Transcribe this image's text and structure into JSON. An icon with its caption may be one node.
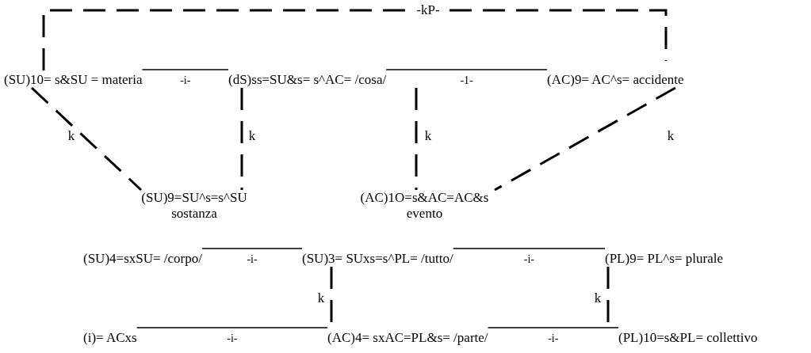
{
  "diagram": {
    "nodes": [
      {
        "text": [
          "(SU)10= s&SU = materia"
        ]
      },
      {
        "text": [
          "(dS)ss=SU&s= s^AC= /cosa/"
        ]
      },
      {
        "text": [
          "(AC)9= AC^s= accidente"
        ]
      },
      {
        "text": [
          "(SU)9=SU^s=s^SU",
          "sostanza"
        ]
      },
      {
        "text": [
          "(AC)1O=s&AC=AC&s",
          "evento"
        ]
      },
      {
        "text": [
          "(SU)4=sxSU=  /corpo/"
        ]
      },
      {
        "text": [
          "(SU)3= SUxs=s^PL= /tutto/"
        ]
      },
      {
        "text": [
          "(PL)9= PL^s= plurale"
        ]
      },
      {
        "text": [
          "(i)= ACxs"
        ]
      },
      {
        "text": [
          "(AC)4= sxAC=PL&s= /parte/"
        ]
      },
      {
        "text": [
          "(PL)10=s&PL= collettivo"
        ]
      }
    ],
    "edges": [
      {
        "from": 0,
        "to": 2,
        "arrow": "none",
        "label": "-kP-",
        "style": "dashed"
      },
      {
        "from": 0,
        "to": 1,
        "arrow": "none",
        "label": "-i-"
      },
      {
        "from": 1,
        "to": 2,
        "arrow": "none",
        "label": "-1-"
      },
      {
        "from": 0,
        "to": 3,
        "arrow": "none",
        "label": "k",
        "style": "dashed"
      },
      {
        "from": 1,
        "to": 3,
        "arrow": "none",
        "label": "k",
        "style": "dashed"
      },
      {
        "from": 1,
        "to": 4,
        "arrow": "none",
        "label": "k",
        "style": "dashed"
      },
      {
        "from": 2,
        "to": 4,
        "arrow": "none",
        "label": "k",
        "style": "dashed"
      },
      {
        "from": 5,
        "to": 6,
        "arrow": "none",
        "label": "-i-"
      },
      {
        "from": 6,
        "to": 7,
        "arrow": "none",
        "label": "-i-"
      },
      {
        "from": 6,
        "to": 9,
        "arrow": "none",
        "label": "k",
        "style": "dashed"
      },
      {
        "from": 7,
        "to": 10,
        "arrow": "none",
        "label": "k",
        "style": "dashed"
      },
      {
        "from": 8,
        "to": 9,
        "arrow": "none",
        "label": "-i-"
      },
      {
        "from": 9,
        "to": 10,
        "arrow": "none",
        "label": "-i-"
      }
    ]
  }
}
